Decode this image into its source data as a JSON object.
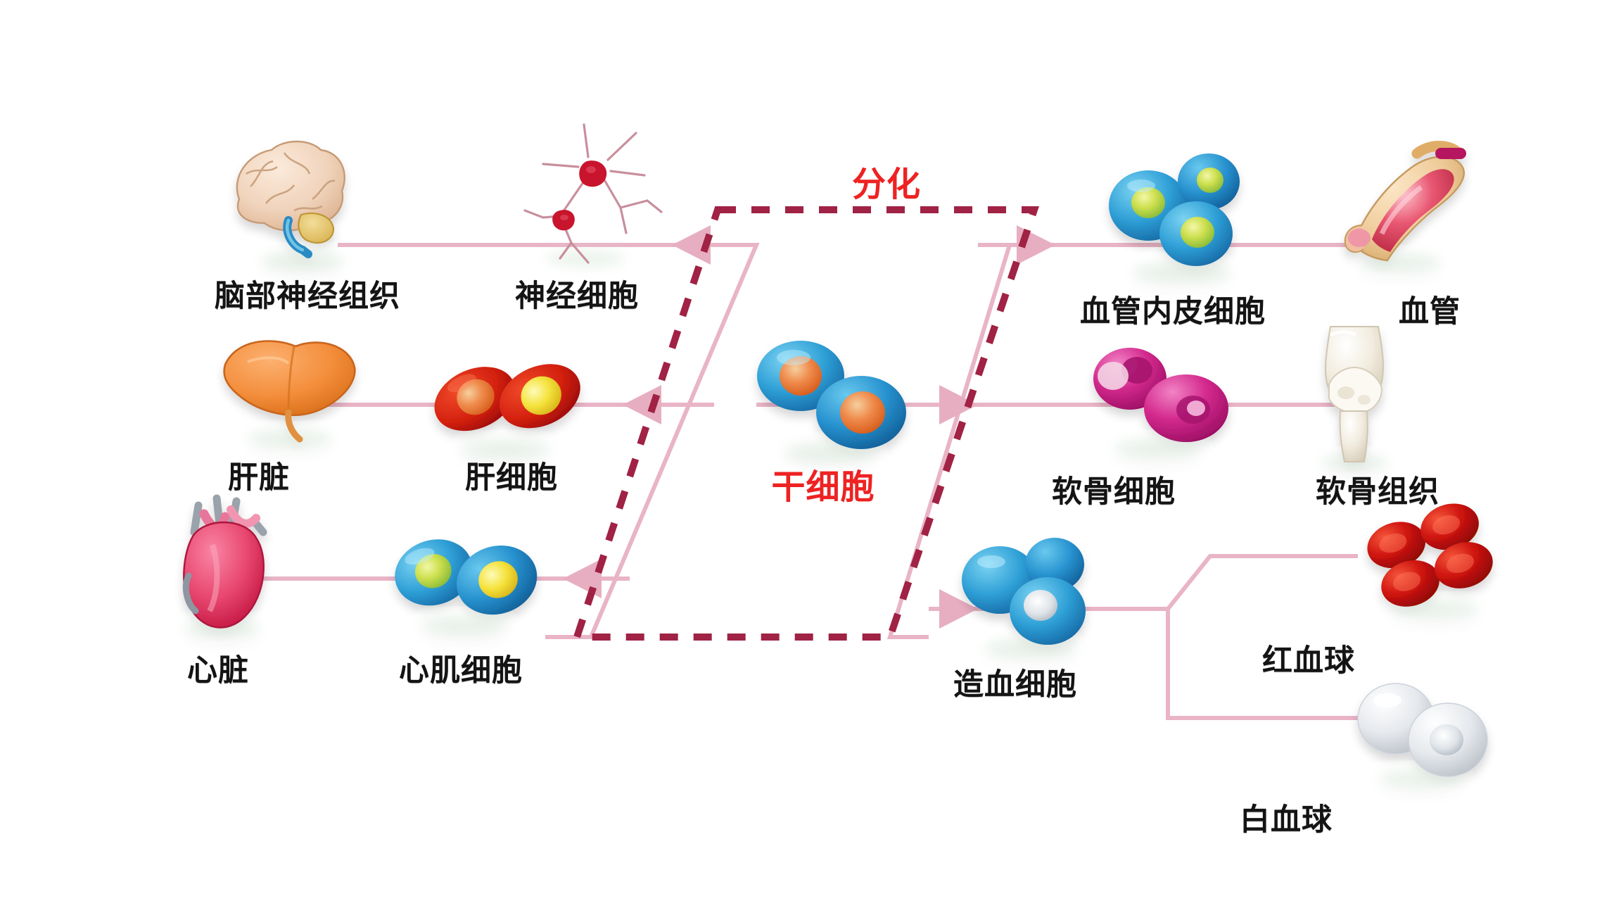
{
  "diagram": {
    "type": "stem-cell-differentiation-flow",
    "background_color": "#ffffff",
    "accent_pink": "#e9b4c6",
    "accent_pink_dark": "#d98fa8",
    "dashed_color": "#a02244",
    "red_text_color": "#ee2222",
    "label_text_color": "#141414",
    "center": {
      "process_label": "分化",
      "source_label": "干细胞",
      "source_icon": "stem-cell-icon"
    },
    "left_branch": {
      "direction": "right-to-left",
      "rows": [
        {
          "cell_label": "神经细胞",
          "cell_icon": "neuron-cell-icon",
          "tissue_label": "脑部神经组织",
          "tissue_icon": "brain-icon"
        },
        {
          "cell_label": "肝细胞",
          "cell_icon": "hepatocyte-cell-icon",
          "tissue_label": "肝脏",
          "tissue_icon": "liver-icon"
        },
        {
          "cell_label": "心肌细胞",
          "cell_icon": "cardiomyocyte-cell-icon",
          "tissue_label": "心脏",
          "tissue_icon": "heart-icon"
        }
      ]
    },
    "right_branch": {
      "direction": "left-to-right",
      "rows": [
        {
          "cell_label": "血管内皮细胞",
          "cell_icon": "endothelial-cell-icon",
          "tissue_label": "血管",
          "tissue_icon": "blood-vessel-icon"
        },
        {
          "cell_label": "软骨细胞",
          "cell_icon": "chondrocyte-cell-icon",
          "tissue_label": "软骨组织",
          "tissue_icon": "cartilage-joint-icon"
        },
        {
          "cell_label": "造血细胞",
          "cell_icon": "hematopoietic-cell-icon",
          "branches": [
            {
              "label": "红血球",
              "icon": "red-blood-cell-icon"
            },
            {
              "label": "白血球",
              "icon": "white-blood-cell-icon"
            }
          ]
        }
      ]
    }
  }
}
